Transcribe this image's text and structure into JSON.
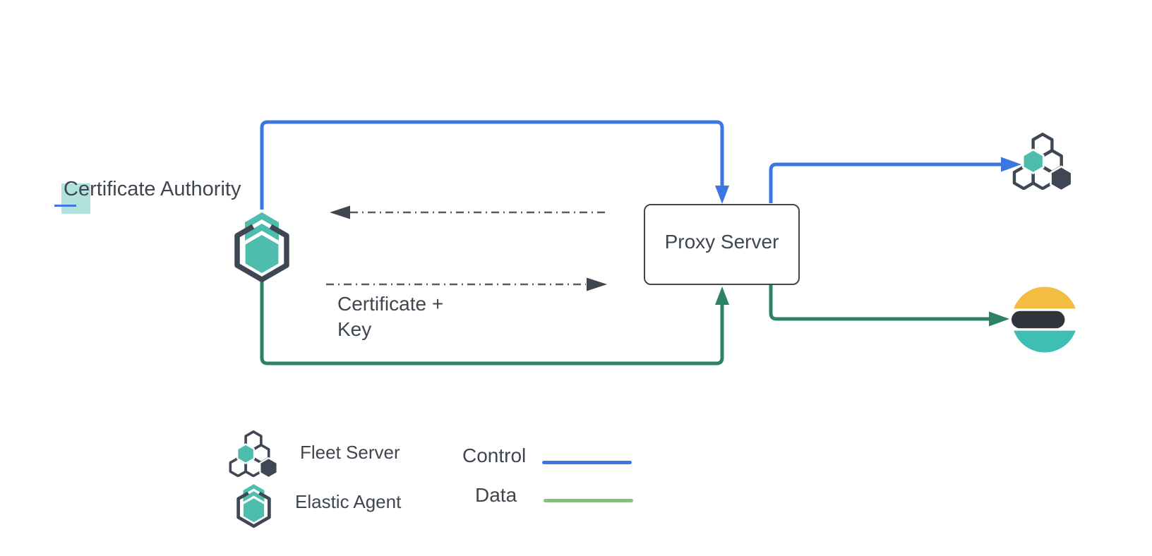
{
  "diagram": {
    "labels": {
      "certificate_authority": "Certificate Authority",
      "proxy_server": "Proxy Server",
      "certificate_key_line1": "Certificate +",
      "certificate_key_line2": "Key"
    },
    "legend": {
      "items": [
        {
          "icon": "fleet-server-icon",
          "label": "Fleet Server"
        },
        {
          "icon": "elastic-agent-icon",
          "label": "Elastic Agent"
        }
      ],
      "flows": [
        {
          "label": "Control",
          "color": "#3b77e0"
        },
        {
          "label": "Data",
          "color": "#7cc76f"
        }
      ]
    },
    "colors": {
      "control_line": "#3b77e0",
      "data_line": "#2e8066",
      "data_legend_line": "#7cc76f",
      "dashed_line": "#565c64",
      "icon_teal": "#4fbdae",
      "icon_slate": "#3f4754",
      "box_border": "#40464e",
      "text": "#3f4650",
      "elasticsearch_yellow": "#f3bd41",
      "elasticsearch_teal": "#3fbeb4",
      "elasticsearch_dark": "#30353c",
      "selection_highlight": "rgba(82,191,175,0.45)"
    }
  }
}
